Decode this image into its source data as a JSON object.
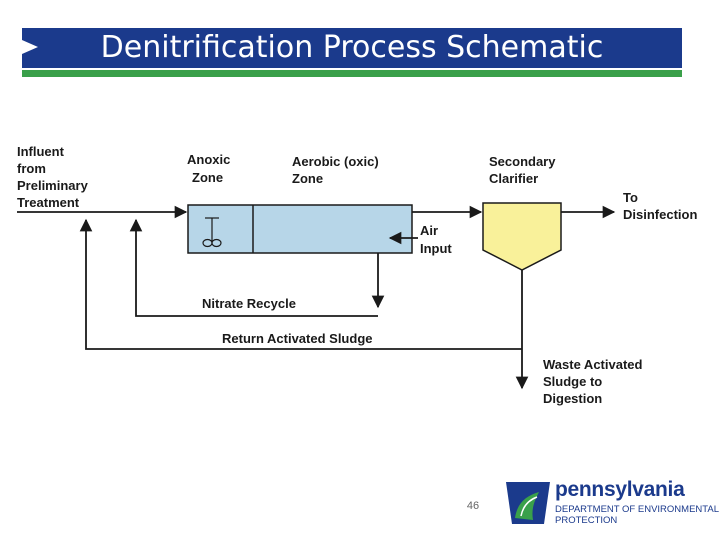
{
  "slide": {
    "title": "Denitrification Process Schematic",
    "page_number": "46"
  },
  "diagram": {
    "influent_label": [
      "Influent",
      "from",
      "Preliminary",
      "Treatment"
    ],
    "anoxic_label": [
      "Anoxic",
      "Zone"
    ],
    "aerobic_label": [
      "Aerobic (oxic)",
      "Zone"
    ],
    "clarifier_label": [
      "Secondary",
      "Clarifier"
    ],
    "disinfection_label": [
      "To",
      "Disinfection"
    ],
    "air_label": [
      "Air",
      "Input"
    ],
    "nitrate_recycle_label": "Nitrate Recycle",
    "ras_label": "Return Activated Sludge",
    "was_label": [
      "Waste Activated",
      "Sludge to",
      "Digestion"
    ],
    "colors": {
      "tank": "#b7d6e8",
      "clarifier": "#f9f19a",
      "line": "#1a1a1a"
    }
  },
  "logo": {
    "word": "pennsylvania",
    "line1": "DEPARTMENT OF ENVIRONMENTAL",
    "line2": "PROTECTION",
    "colors": {
      "navy": "#1b3a8c",
      "green": "#3aa04a"
    }
  }
}
